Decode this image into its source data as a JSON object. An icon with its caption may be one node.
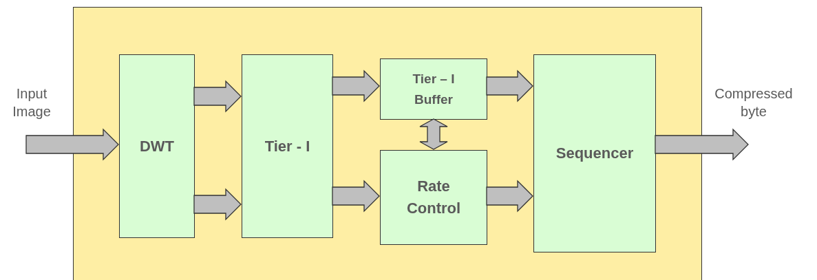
{
  "diagram": {
    "nodes": [
      {
        "text": [],
        "shape": "box"
      },
      {
        "text": [
          "Input Image"
        ]
      },
      {
        "text": [
          "DWT"
        ],
        "in": 0
      },
      {
        "text": [
          "Tier - I"
        ],
        "in": 0
      },
      {
        "text": [
          "Tier – I Buffer"
        ],
        "in": 0
      },
      {
        "text": [
          "Rate Control"
        ],
        "in": 0
      },
      {
        "text": [
          "Sequencer"
        ],
        "in": 0
      },
      {
        "text": [
          "Compressed byte"
        ]
      }
    ],
    "edges": [
      {
        "from": 1,
        "to": 2,
        "arrow": "to"
      },
      {
        "from": 2,
        "to": 3,
        "arrow": "to"
      },
      {
        "from": 2,
        "to": 3,
        "arrow": "to"
      },
      {
        "from": 3,
        "to": 4,
        "arrow": "to"
      },
      {
        "from": 3,
        "to": 5,
        "arrow": "to"
      },
      {
        "from": 4,
        "to": 5,
        "arrow": "both"
      },
      {
        "from": 4,
        "to": 6,
        "arrow": "to"
      },
      {
        "from": 5,
        "to": 6,
        "arrow": "to"
      },
      {
        "from": 6,
        "to": 7,
        "arrow": "to"
      }
    ]
  }
}
